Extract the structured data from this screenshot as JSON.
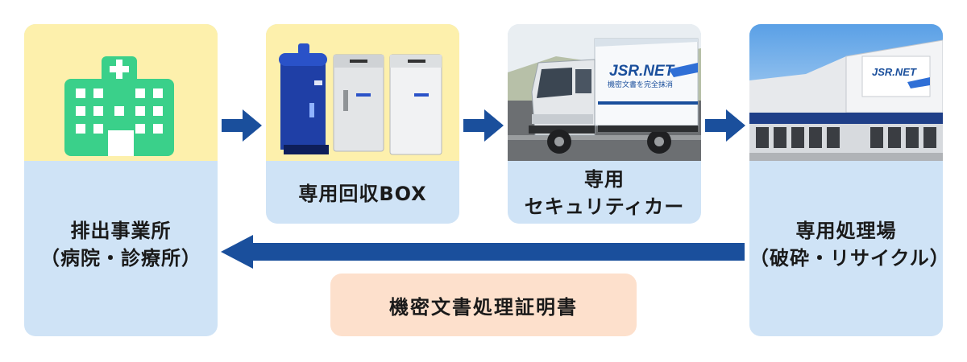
{
  "nodes": {
    "office": {
      "line1": "排出事業所",
      "line2": "（病院・診療所）"
    },
    "box": {
      "label": "専用回収BOX"
    },
    "truck": {
      "line1": "専用",
      "line2": "セキュリティカー",
      "logo": "JSR.NET",
      "sub": "機密文書を完全抹消"
    },
    "plant": {
      "line1": "専用処理場",
      "line2": "（破砕・リサイクル）",
      "logo": "JSR.NET"
    }
  },
  "certificate": {
    "label": "機密文書処理証明書"
  },
  "colors": {
    "card_blue": "#cfe3f6",
    "card_yellow": "#fdf0ac",
    "arrow": "#1a4f9c",
    "hospital": "#3ad08a",
    "certificate": "#fde0cc"
  }
}
